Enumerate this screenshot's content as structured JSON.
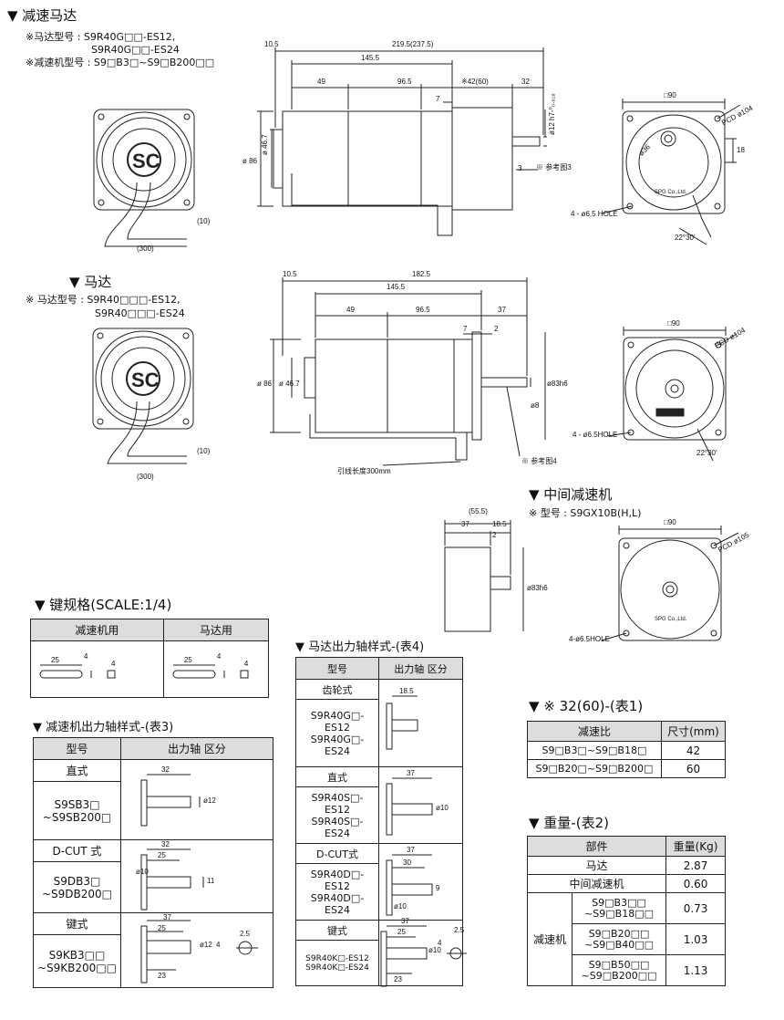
{
  "sections": {
    "geared_motor": {
      "title": "▼ 减速马达",
      "note_motor": "※马达型号 : S9R40G□□-ES12,",
      "note_motor2": "S9R40G□□-ES24",
      "note_gear": "※减速机型号 : S9□B3□~S9□B200□□"
    },
    "motor": {
      "title": "▼ 马达",
      "note_motor": "※ 马达型号 :  S9R40□□□-ES12,",
      "note_motor2": "S9R40□□□-ES24"
    },
    "intermediate": {
      "title": "▼ 中间减速机",
      "note": "※ 型号 :  S9GX10B(H,L)"
    },
    "key_spec": {
      "title": "▼ 键规格(SCALE:1/4)",
      "headers": [
        "减速机用",
        "马达用"
      ]
    },
    "table3": {
      "title": "▼ 减速机出力轴样式-(表3)",
      "headers": [
        "型号",
        "出力轴 区分"
      ],
      "rows": [
        {
          "type": "直式",
          "models": "S9SB3□\n~S9SB200□"
        },
        {
          "type": "D-CUT 式",
          "models": "S9DB3□\n~S9DB200□"
        },
        {
          "type": "键式",
          "models": "S9KB3□□\n~S9KB200□□"
        }
      ]
    },
    "table4": {
      "title": "▼ 马达出力轴样式-(表4)",
      "headers": [
        "型号",
        "出力轴 区分"
      ],
      "rows": [
        {
          "type": "齿轮式",
          "models": "S9R40G□-ES12\nS9R40G□-ES24"
        },
        {
          "type": "直式",
          "models": "S9R40S□-ES12\nS9R40S□-ES24"
        },
        {
          "type": "D-CUT式",
          "models": "S9R40D□-ES12\nS9R40D□-ES24"
        },
        {
          "type": "键式",
          "models": "S9R40K□-ES12\nS9R40K□-ES24"
        }
      ]
    },
    "table1": {
      "title": "▼ ※  32(60)-(表1)",
      "headers": [
        "减速比",
        "尺寸(mm)"
      ],
      "rows": [
        {
          "ratio": "S9□B3□~S9□B18□",
          "size": "42"
        },
        {
          "ratio": "S9□B20□~S9□B200□",
          "size": "60"
        }
      ]
    },
    "table2": {
      "title": "▼ 重量-(表2)",
      "headers": [
        "部件",
        "重量(Kg)"
      ],
      "rows": [
        {
          "part": "马达",
          "weight": "2.87"
        },
        {
          "part": "中间减速机",
          "weight": "0.60"
        }
      ],
      "gear_label": "减速机",
      "gear_rows": [
        {
          "model": "S9□B3□□\n~S9□B18□□",
          "weight": "0.73"
        },
        {
          "model": "S9□B20□□\n~S9□B40□□",
          "weight": "1.03"
        },
        {
          "model": "S9□B50□□\n~S9□B200□□",
          "weight": "1.13"
        }
      ]
    }
  },
  "dims": {
    "gm_top": [
      "10.5",
      "219.5(237.5)",
      "145.5",
      "49",
      "96.5",
      "※42(60)",
      "32",
      "7",
      "3"
    ],
    "gm_side": [
      "ø 86",
      "ø 46.7",
      "ø12 h7-⁰₀.₀₁₈",
      "※ 参考图3"
    ],
    "gm_front": [
      "□90",
      "PCD ø104",
      "ø36",
      "18",
      "4 - ø6.5 HOLE",
      "22°30'",
      "SPG Co.,Ltd."
    ],
    "gm_cable": [
      "(10)",
      "(300)"
    ],
    "m_top": [
      "10.5",
      "182.5",
      "145.5",
      "49",
      "96.5",
      "37",
      "7",
      "2"
    ],
    "m_side": [
      "ø 86",
      "ø 46.7",
      "ø83h6",
      "ø8",
      "※ 参考图4",
      "引线长度300mm"
    ],
    "m_front": [
      "□90",
      "PCD ø104",
      "4 - ø6.5HOLE",
      "22°30'"
    ],
    "m_cable": [
      "(10)",
      "(300)"
    ],
    "ig_dims": [
      "(55.5)",
      "37",
      "18.5",
      "2",
      "ø83h6"
    ],
    "ig_front": [
      "□90",
      "PCD ø105",
      "4-ø6.5HOLE",
      "SPG Co.,Ltd."
    ],
    "key_g": [
      "25",
      "4",
      "4"
    ],
    "key_m": [
      "25",
      "4",
      "4"
    ],
    "t3_dims": [
      "32",
      "ø12",
      "32",
      "25",
      "ø10",
      "11",
      "37",
      "25",
      "23",
      "ø12",
      "4",
      "2.5"
    ],
    "t4_dims": [
      "18.5",
      "37",
      "ø10",
      "37",
      "30",
      "ø10",
      "9",
      "37",
      "25",
      "23",
      "ø10",
      "4",
      "2.5"
    ]
  }
}
